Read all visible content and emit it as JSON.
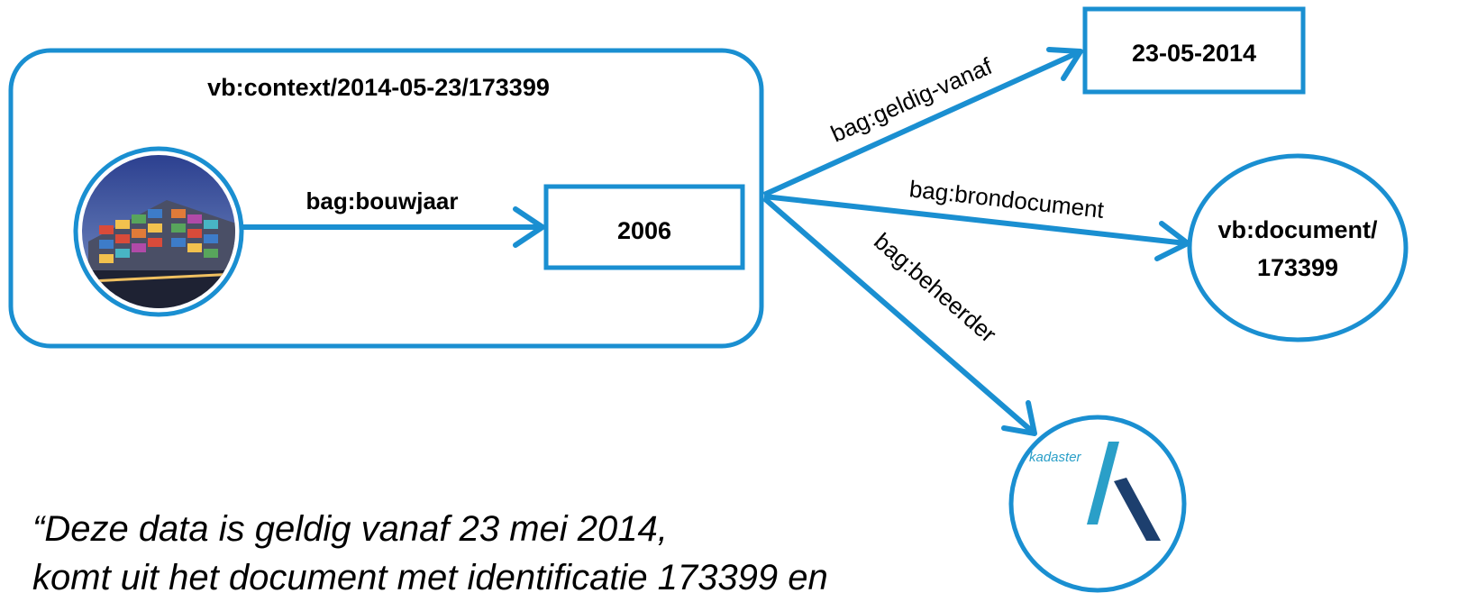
{
  "context": {
    "label": "vb:context/2014-05-23/173399"
  },
  "nodes": {
    "bouwjaar_value": "2006",
    "geldig_vanaf_value": "23-05-2014",
    "document_line1": "vb:document/",
    "document_line2": "173399",
    "kadaster_logo_text": "kadaster"
  },
  "edges": {
    "bouwjaar": "bag:bouwjaar",
    "geldig_vanaf": "bag:geldig-vanaf",
    "brondocument": "bag:brondocument",
    "beheerder": "bag:beheerder"
  },
  "quote": {
    "line1": "“Deze data is geldig vanaf 23 mei 2014,",
    "line2": "komt uit het document met identificatie 173399 en"
  },
  "colors": {
    "accent": "#1a8fd1",
    "kadaster_light": "#2a9fc8",
    "kadaster_dark": "#1d3f6e"
  }
}
